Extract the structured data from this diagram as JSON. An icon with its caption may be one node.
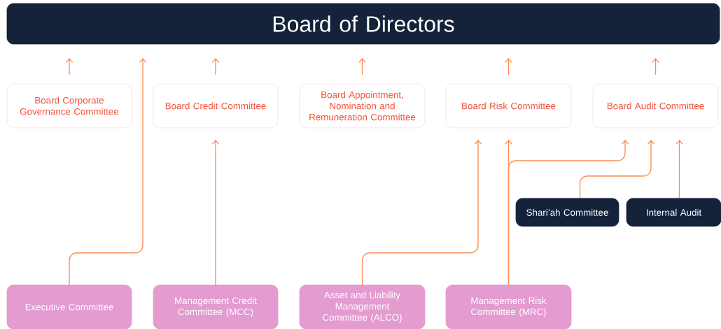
{
  "diagram": {
    "nodes": [
      {
        "text": [
          "Board of Directors"
        ]
      },
      {
        "text": [
          "Board Corporate Governance Committee"
        ]
      },
      {
        "text": [
          "Board Credit Committee"
        ]
      },
      {
        "text": [
          "Board Appointment, Nomination and Remuneration Committee"
        ]
      },
      {
        "text": [
          "Board Risk Committee"
        ]
      },
      {
        "text": [
          "Board Audit Committee"
        ]
      },
      {
        "text": [
          "Shari’ah Committee"
        ]
      },
      {
        "text": [
          "Internal Audit"
        ]
      },
      {
        "text": [
          "Executive Committee"
        ]
      },
      {
        "text": [
          "Management Credit Committee (MCC)"
        ]
      },
      {
        "text": [
          "Asset and Liability Management Committee (ALCO)"
        ]
      },
      {
        "text": [
          "Management Risk Committee (MRC)"
        ]
      }
    ],
    "edges": [
      {
        "from": 1,
        "to": 0,
        "arrow": "to"
      },
      {
        "from": 2,
        "to": 0,
        "arrow": "to"
      },
      {
        "from": 3,
        "to": 0,
        "arrow": "to"
      },
      {
        "from": 4,
        "to": 0,
        "arrow": "to"
      },
      {
        "from": 5,
        "to": 0,
        "arrow": "to"
      },
      {
        "from": 8,
        "to": 0,
        "arrow": "to"
      },
      {
        "from": 9,
        "to": 2,
        "arrow": "to"
      },
      {
        "from": 10,
        "to": 4,
        "arrow": "to"
      },
      {
        "from": 11,
        "to": 4,
        "arrow": "to"
      },
      {
        "from": 11,
        "to": 5,
        "arrow": "to"
      },
      {
        "from": 6,
        "to": 5,
        "arrow": "to"
      },
      {
        "from": 7,
        "to": 5,
        "arrow": "to"
      }
    ]
  }
}
